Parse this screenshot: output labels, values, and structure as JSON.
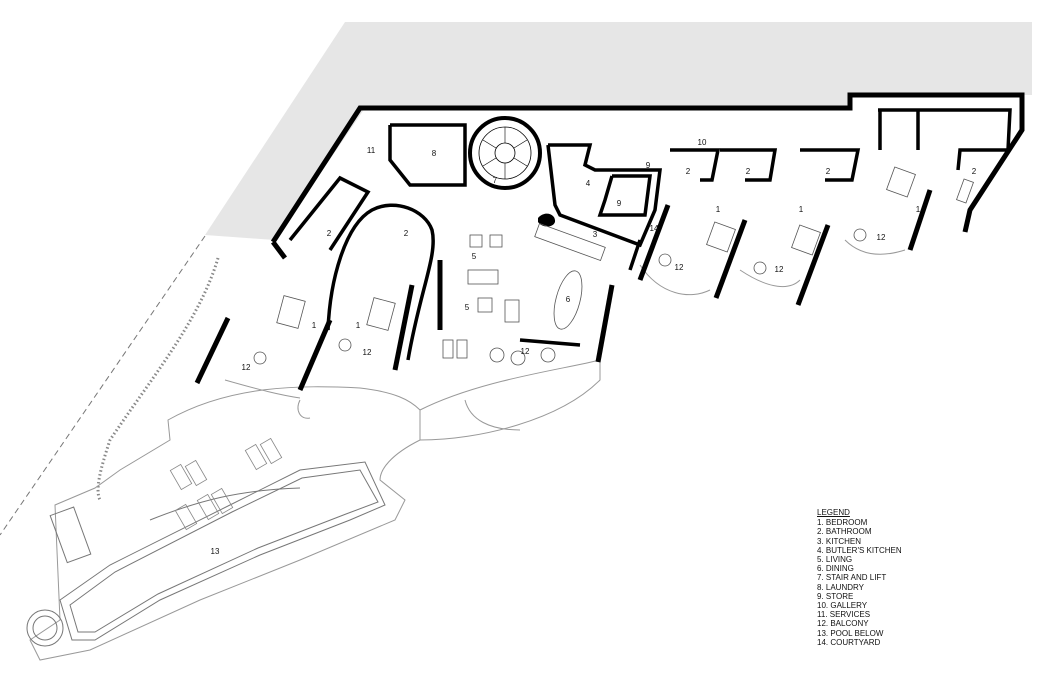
{
  "legend": {
    "title": "LEGEND",
    "items": [
      "1. BEDROOM",
      "2. BATHROOM",
      "3. KITCHEN",
      "4. BUTLER'S KITCHEN",
      "5. LIVING",
      "6. DINING",
      "7. STAIR AND LIFT",
      "8. LAUNDRY",
      "9. STORE",
      "10. GALLERY",
      "11. SERVICES",
      "12. BALCONY",
      "13. POOL BELOW",
      "14. COURTYARD"
    ]
  },
  "room_labels": [
    "1",
    "1",
    "1",
    "1",
    "1",
    "2",
    "2",
    "2",
    "2",
    "2",
    "2",
    "3",
    "4",
    "5",
    "5",
    "6",
    "7",
    "8",
    "9",
    "9",
    "10",
    "11",
    "12",
    "12",
    "12",
    "12",
    "12",
    "12",
    "13",
    "14"
  ],
  "colors": {
    "wall": "#000000",
    "ground": "#e6e6e6",
    "outline": "#9a9a9a",
    "background": "#ffffff"
  }
}
